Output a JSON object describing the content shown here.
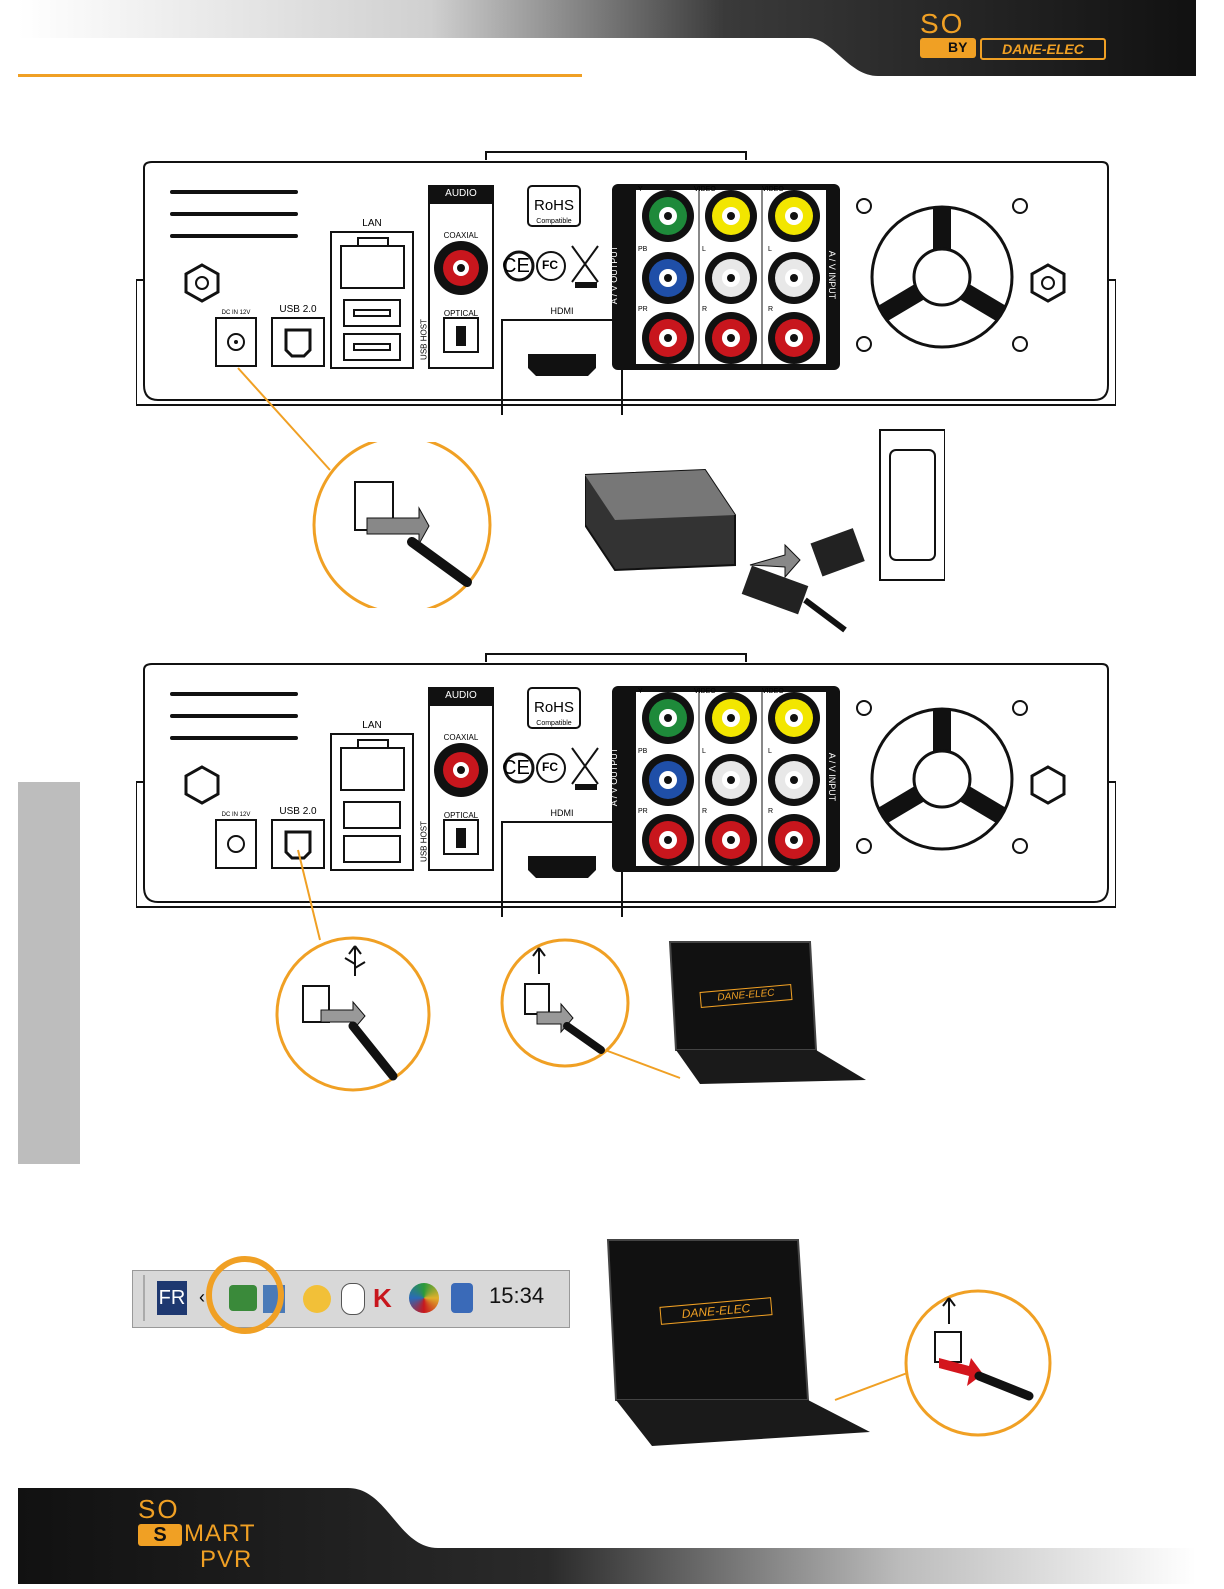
{
  "header": {
    "brand_so": "SO",
    "brand_by": "BY",
    "brand_dane": "DANE-ELEC"
  },
  "device": {
    "audio": "AUDIO",
    "lan": "LAN",
    "rohs": "RoHS",
    "rohs_sub": "Compatible",
    "coaxial": "COAXIAL",
    "optical": "OPTICAL",
    "hdmi": "HDMI",
    "usb20": "USB 2.0",
    "usb_host": "USB HOST",
    "dc_in": "DC IN 12V",
    "av_output": "A / V OUTPUT",
    "av_input": "A / V INPUT",
    "y": "Y",
    "pb": "PB",
    "pr": "PR",
    "video": "VIDEO",
    "l": "L",
    "r": "R",
    "ce": "CE",
    "fc": "FC"
  },
  "laptop_logo": "DANE-ELEC",
  "taskbar": {
    "lang": "FR",
    "time": "15:34"
  },
  "footer": {
    "so": "SO",
    "s": "S",
    "mart": "MART",
    "pvr": "PVR"
  },
  "colors": {
    "accent": "#F0A024",
    "dark": "#1a1a1a",
    "green": "#1e8a3a",
    "yellow": "#f2e600",
    "blue": "#1f4fa8",
    "red": "#c8161d"
  }
}
